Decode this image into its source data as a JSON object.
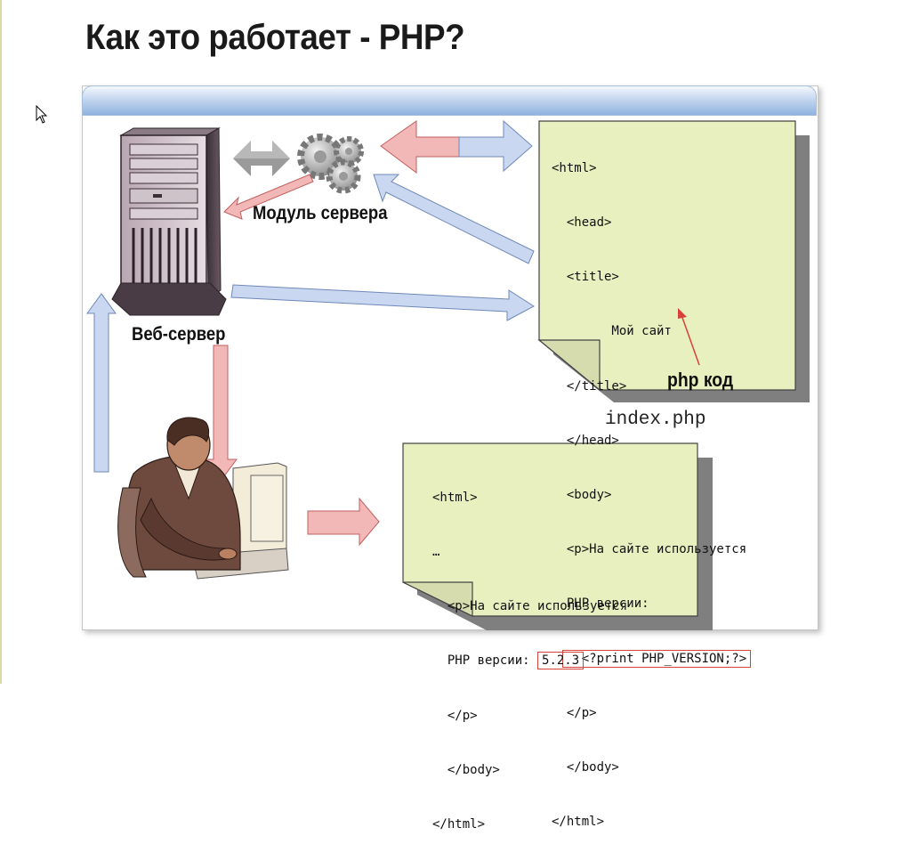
{
  "slide": {
    "title": "Как это работает - PHP?"
  },
  "labels": {
    "server_module": "Модуль сервера",
    "web_server": "Веб-сервер",
    "php_code": "php код",
    "filename": "index.php"
  },
  "source_code": {
    "lines": [
      "<html>",
      "  <head>",
      "  <title>",
      "        Мой сайт",
      "  </title>",
      "  </head>",
      "  <body>",
      "  <p>На сайте используется",
      "  PHP версии:",
      "  <?print PHP_VERSION;?>",
      "  </p>",
      "  </body>",
      "</html>"
    ]
  },
  "output_code": {
    "lines": [
      "<html>",
      "…",
      "  <p>На сайте используется",
      "  PHP версии: ",
      "  </p>",
      "  </body>",
      "</html>"
    ],
    "version_value": "5.2.3"
  },
  "colors": {
    "code_paper": "#e9f0c0",
    "paper_shadow": "#7f7f7f",
    "arrow_pink": "#f2b8b8",
    "arrow_blue": "#c9d8f0",
    "highlight_red": "#d6423a",
    "header_blue": "#8fb2df"
  },
  "icons": {
    "cursor": "arrow-cursor-icon",
    "server": "tower-server-icon",
    "gears": "gears-icon",
    "person": "person-at-computer-icon",
    "double_arrow": "double-arrow-icon"
  }
}
